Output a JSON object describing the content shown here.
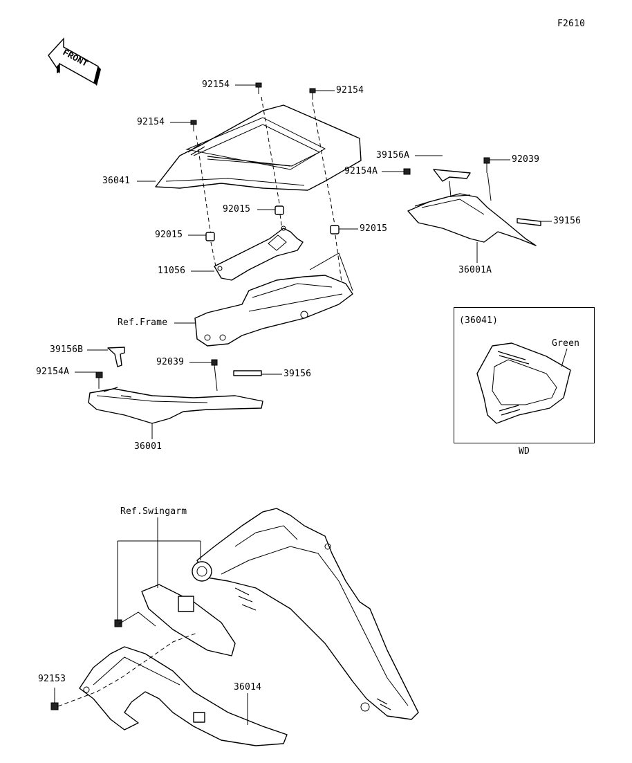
{
  "figure_code": "F2610",
  "front_arrow_label": "FRONT",
  "parts": {
    "p92154_a": "92154",
    "p92154_b": "92154",
    "p92154_c": "92154",
    "p36041": "36041",
    "p92015_a": "92015",
    "p92015_b": "92015",
    "p92015_c": "92015",
    "p11056": "11056",
    "ref_frame": "Ref.Frame",
    "p39156A": "39156A",
    "p92039_a": "92039",
    "p92154A_a": "92154A",
    "p39156_a": "39156",
    "p36001A": "36001A",
    "p39156B": "39156B",
    "p92154A_b": "92154A",
    "p92039_b": "92039",
    "p39156_b": "39156",
    "p36001": "36001",
    "ref_swingarm": "Ref.Swingarm",
    "p92153": "92153",
    "p36014": "36014"
  },
  "inset": {
    "title": "(36041)",
    "color_note": "Green",
    "caption": "WD"
  }
}
